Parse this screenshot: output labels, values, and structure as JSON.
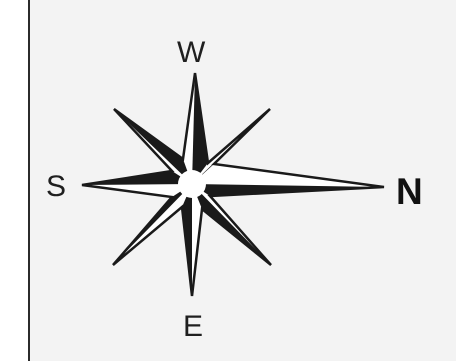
{
  "compass": {
    "labels": {
      "west": "W",
      "south": "S",
      "east": "E",
      "north": "N"
    },
    "colors": {
      "ink": "#1f1f1f",
      "paper": "#f3f3f3"
    }
  }
}
